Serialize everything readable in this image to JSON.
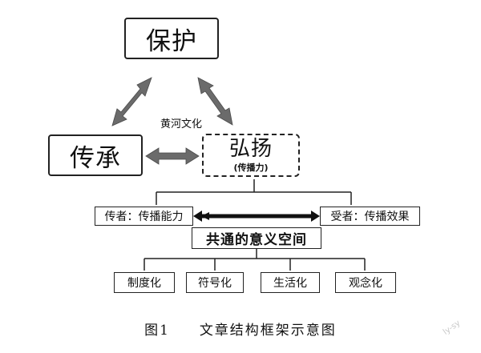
{
  "top_box": {
    "label": "保护"
  },
  "left_box": {
    "label": "传承"
  },
  "center_box": {
    "label": "弘扬",
    "sub_label": "(传播力)"
  },
  "center_annotation": "黄河文化",
  "sender_box": {
    "label": "传者：传播能力"
  },
  "receiver_box": {
    "label": "受者：传播效果"
  },
  "shared_space_box": {
    "label": "共通的意义空间"
  },
  "leaf_boxes": [
    "制度化",
    "符号化",
    "生活化",
    "观念化"
  ],
  "caption": {
    "number": "图1",
    "title": "文章结构框架示意图"
  },
  "watermark": "ly-sy",
  "colors": {
    "arrow_fill": "#6b6b6b",
    "line": "#222222"
  }
}
